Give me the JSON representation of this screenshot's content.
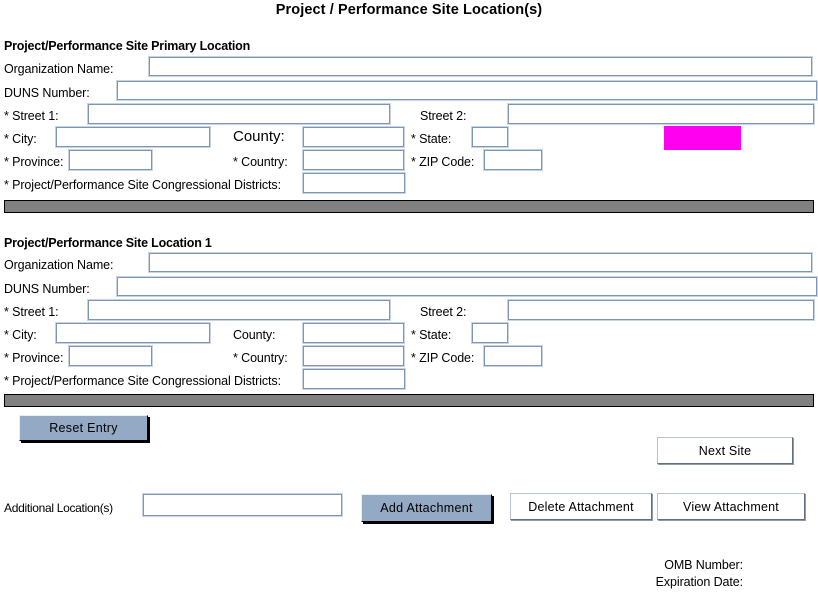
{
  "page": {
    "title": "Project / Performance Site Location(s)"
  },
  "sections": [
    {
      "heading": "Project/Performance Site Primary Location",
      "fields": {
        "organization_name_label": "Organization Name:",
        "organization_name_value": "",
        "duns_number_label": "DUNS Number:",
        "duns_number_value": "",
        "street1_label": "* Street 1:",
        "street1_value": "",
        "street2_label": "Street 2:",
        "street2_value": "",
        "city_label": "* City:",
        "city_value": "",
        "county_label": "County:",
        "county_value": "",
        "state_label": "* State:",
        "state_value": "",
        "province_label": "* Province:",
        "province_value": "",
        "country_label": "* Country:",
        "country_value": "",
        "zip_label": "* ZIP Code:",
        "zip_value": "",
        "congressional_districts_label": "* Project/Performance Site Congressional Districts:",
        "congressional_districts_value": ""
      }
    },
    {
      "heading": "Project/Performance Site Location 1",
      "fields": {
        "organization_name_label": "Organization Name:",
        "organization_name_value": "",
        "duns_number_label": "DUNS Number:",
        "duns_number_value": "",
        "street1_label": "* Street 1:",
        "street1_value": "",
        "street2_label": "Street 2:",
        "street2_value": "",
        "city_label": "* City:",
        "city_value": "",
        "county_label": "County:",
        "county_value": "",
        "state_label": "* State:",
        "state_value": "",
        "province_label": "* Province:",
        "province_value": "",
        "country_label": "* Country:",
        "country_value": "",
        "zip_label": "* ZIP Code:",
        "zip_value": "",
        "congressional_districts_label": "* Project/Performance Site Congressional Districts:",
        "congressional_districts_value": ""
      }
    }
  ],
  "buttons": {
    "reset_entry": "Reset Entry",
    "next_site": "Next Site",
    "add_attachment": "Add Attachment",
    "delete_attachment": "Delete Attachment",
    "view_attachment": "View  Attachment"
  },
  "attachments": {
    "additional_locations_label": "Additional Location(s)",
    "additional_locations_value": ""
  },
  "footer": {
    "omb_number_label": "OMB Number:",
    "omb_number_value": "",
    "expiration_date_label": "Expiration Date:",
    "expiration_date_value": ""
  },
  "colors": {
    "highlight": "#ff00f0",
    "button_blue": "#93a9c4",
    "divider_gray": "#808080",
    "field_border": "#7d96b4"
  }
}
